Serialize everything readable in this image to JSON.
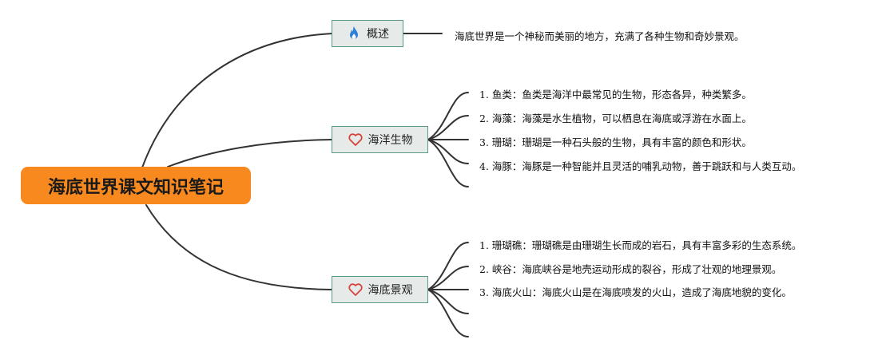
{
  "root": {
    "label": "海底世界课文知识笔记"
  },
  "branches": [
    {
      "label": "概述",
      "icon": "fire-icon",
      "leaves": [
        {
          "num": "",
          "text": "海底世界是一个神秘而美丽的地方，充满了各种生物和奇妙景观。"
        }
      ]
    },
    {
      "label": "海洋生物",
      "icon": "heart-icon",
      "leaves": [
        {
          "num": "1.",
          "text": "鱼类：鱼类是海洋中最常见的生物，形态各异，种类繁多。"
        },
        {
          "num": "2.",
          "text": "海藻：海藻是水生植物，可以栖息在海底或浮游在水面上。"
        },
        {
          "num": "3.",
          "text": "珊瑚：珊瑚是一种石头般的生物，具有丰富的颜色和形状。"
        },
        {
          "num": "4.",
          "text": "海豚：海豚是一种智能并且灵活的哺乳动物，善于跳跃和与人类互动。"
        }
      ]
    },
    {
      "label": "海底景观",
      "icon": "heart-icon",
      "leaves": [
        {
          "num": "1.",
          "text": "珊瑚礁：珊瑚礁是由珊瑚生长而成的岩石，具有丰富多彩的生态系统。"
        },
        {
          "num": "2.",
          "text": "峡谷：海底峡谷是地壳运动形成的裂谷，形成了壮观的地理景观。"
        },
        {
          "num": "3.",
          "text": "海底火山：海底火山是在海底喷发的火山，造成了海底地貌的变化。"
        }
      ]
    }
  ],
  "colors": {
    "root_fill": "#f7891f",
    "branch_fill": "#e6ebe9",
    "branch_border": "#5a9b86",
    "connector": "#333333",
    "fire_icon": "#2f7fd6",
    "heart_icon": "#d9403a"
  }
}
